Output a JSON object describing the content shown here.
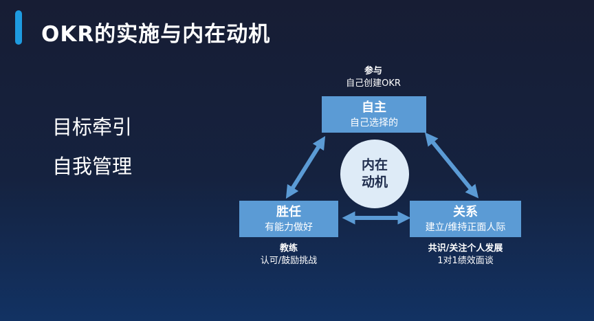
{
  "slide": {
    "title": "OKR的实施与内在动机",
    "bullets": [
      "目标牵引",
      "自我管理"
    ]
  },
  "diagram": {
    "center": {
      "line1": "内在",
      "line2": "动机"
    },
    "top": {
      "note_title": "参与",
      "note_sub": "自己创建OKR",
      "box_title": "自主",
      "box_sub": "自己选择的"
    },
    "left": {
      "box_title": "胜任",
      "box_sub": "有能力做好",
      "note_title": "教练",
      "note_sub": "认可/鼓励挑战"
    },
    "right": {
      "box_title": "关系",
      "box_sub": "建立/维持正面人际",
      "note_title": "共识/关注个人发展",
      "note_sub": "1对1绩效面谈"
    }
  },
  "colors": {
    "accent": "#1e9be0",
    "box": "#5b9bd5",
    "circle": "#deebf7",
    "background_top": "#171d34",
    "background_bottom": "#123263"
  }
}
